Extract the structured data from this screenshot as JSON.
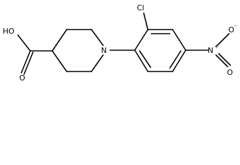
{
  "molecule": {
    "atoms": {
      "hydroxyl": "HO",
      "carbonyl_oxygen": "O",
      "piperidine_nitrogen": "N",
      "chlorine": "Cl",
      "nitro_nitrogen": "N",
      "nitro_oxygen_top": "O",
      "nitro_oxygen_bottom": "O"
    },
    "charges": {
      "nitro_nitrogen": "+",
      "nitro_oxygen_top": "-"
    }
  },
  "colors": {
    "ink": "#000000",
    "background": "#ffffff"
  }
}
